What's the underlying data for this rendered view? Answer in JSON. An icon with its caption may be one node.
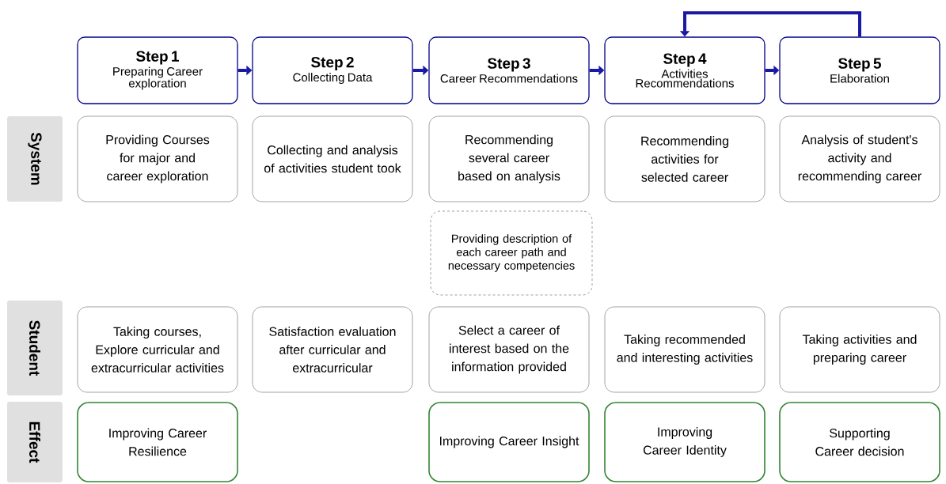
{
  "diagram": {
    "nodes": [
      {
        "text": [
          "Step 1",
          "Preparing Career exploration"
        ]
      },
      {
        "text": [
          "Step 2",
          "Collecting Data"
        ]
      },
      {
        "text": [
          "Step 3",
          "Career Recommendations"
        ]
      },
      {
        "text": [
          "Step 4",
          "Activities Recommendations"
        ]
      },
      {
        "text": [
          "Step 5",
          "Elaboration"
        ]
      },
      {
        "text": [
          "System"
        ]
      },
      {
        "text": [
          "Providing Courses for major and career exploration"
        ]
      },
      {
        "text": [
          "Collecting and analysis of activities student took"
        ]
      },
      {
        "text": [
          "Recommending several career based on analysis"
        ]
      },
      {
        "text": [
          "Recommending activities for selected career"
        ]
      },
      {
        "text": [
          "Analysis of student's activity and recommending career"
        ]
      },
      {
        "text": [
          "Providing description of each career path and necessary competencies"
        ]
      },
      {
        "text": [
          "Student"
        ]
      },
      {
        "text": [
          "Taking courses, Explore curricular and extracurricular activities"
        ]
      },
      {
        "text": [
          "Satisfaction evaluation after curricular and extracurricular"
        ]
      },
      {
        "text": [
          "Select a career of interest based on the information provided"
        ]
      },
      {
        "text": [
          "Taking recommended and interesting activities"
        ]
      },
      {
        "text": [
          "Taking activities and preparing career"
        ]
      },
      {
        "text": [
          "Effect"
        ]
      },
      {
        "text": [
          "Improving Career Resilience"
        ]
      },
      {
        "text": [
          "Improving Career Insight"
        ]
      },
      {
        "text": [
          "Improving Career Identity"
        ]
      },
      {
        "text": [
          "Supporting Career decision"
        ]
      }
    ],
    "edges": [
      {
        "from": 0,
        "to": 1,
        "arrow": "to"
      },
      {
        "from": 1,
        "to": 2,
        "arrow": "to"
      },
      {
        "from": 2,
        "to": 3,
        "arrow": "to"
      },
      {
        "from": 3,
        "to": 4,
        "arrow": "to"
      },
      {
        "from": 4,
        "to": 3,
        "arrow": "to"
      }
    ]
  }
}
